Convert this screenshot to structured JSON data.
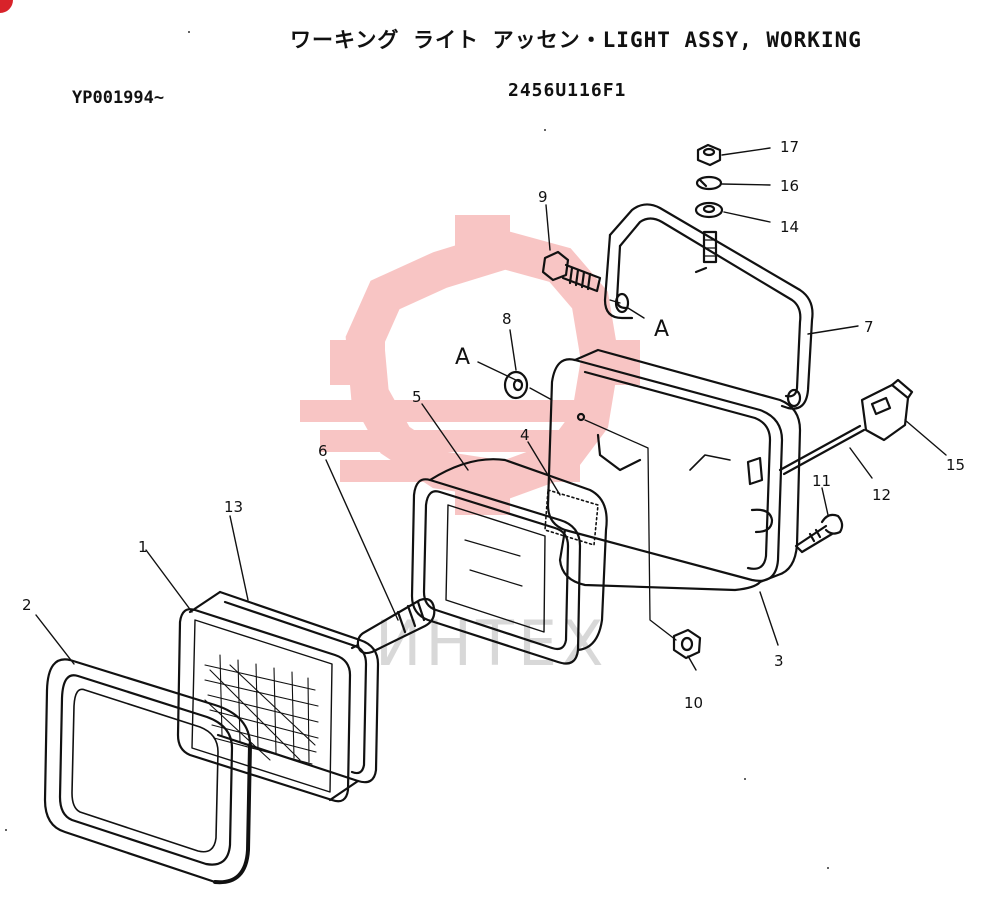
{
  "header": {
    "title": "ワーキング ライト アッセン・LIGHT ASSY, WORKING",
    "serial_from": "YP001994~",
    "part_code": "2456U116F1"
  },
  "watermark": {
    "text": "ИНТЕХ",
    "gear_color": "#e8322e"
  },
  "callouts": [
    "1",
    "2",
    "3",
    "4",
    "5",
    "6",
    "7",
    "8",
    "9",
    "10",
    "11",
    "12",
    "13",
    "14",
    "15",
    "16",
    "17"
  ],
  "reference_marks": [
    "A",
    "A"
  ],
  "colors": {
    "line": "#111111",
    "badge": "#d8232a"
  }
}
